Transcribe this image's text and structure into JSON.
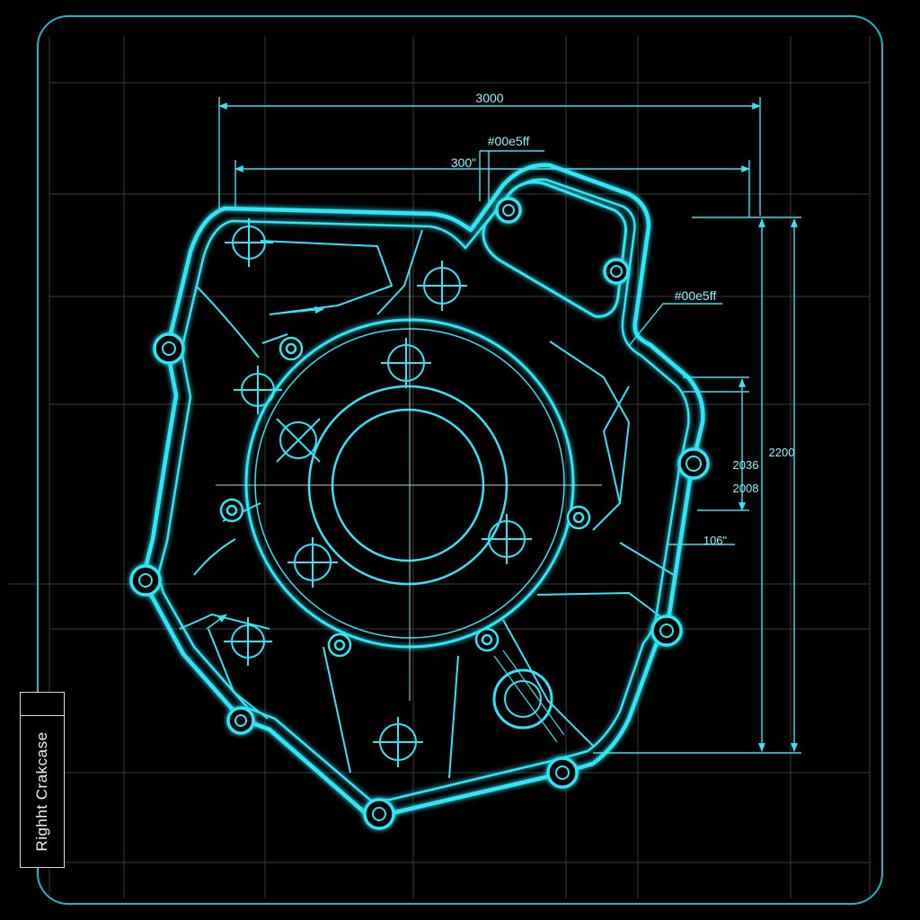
{
  "colors": {
    "background": "#000000",
    "accent": "#2ee6f6",
    "grid": "#3a3a3a",
    "frame": "#1fb8c8",
    "title_block": "#d8d8d8"
  },
  "title_block": {
    "label": "Righht  Crakcase"
  },
  "dimensions": {
    "overall_width": "3000",
    "inner_width": "300\"",
    "color_callout_top": "#00e5ff",
    "color_callout_right": "#00e5ff",
    "small_height_a": "2036",
    "small_height_b": "2008",
    "overall_height": "2200",
    "offset_note": "106\""
  }
}
